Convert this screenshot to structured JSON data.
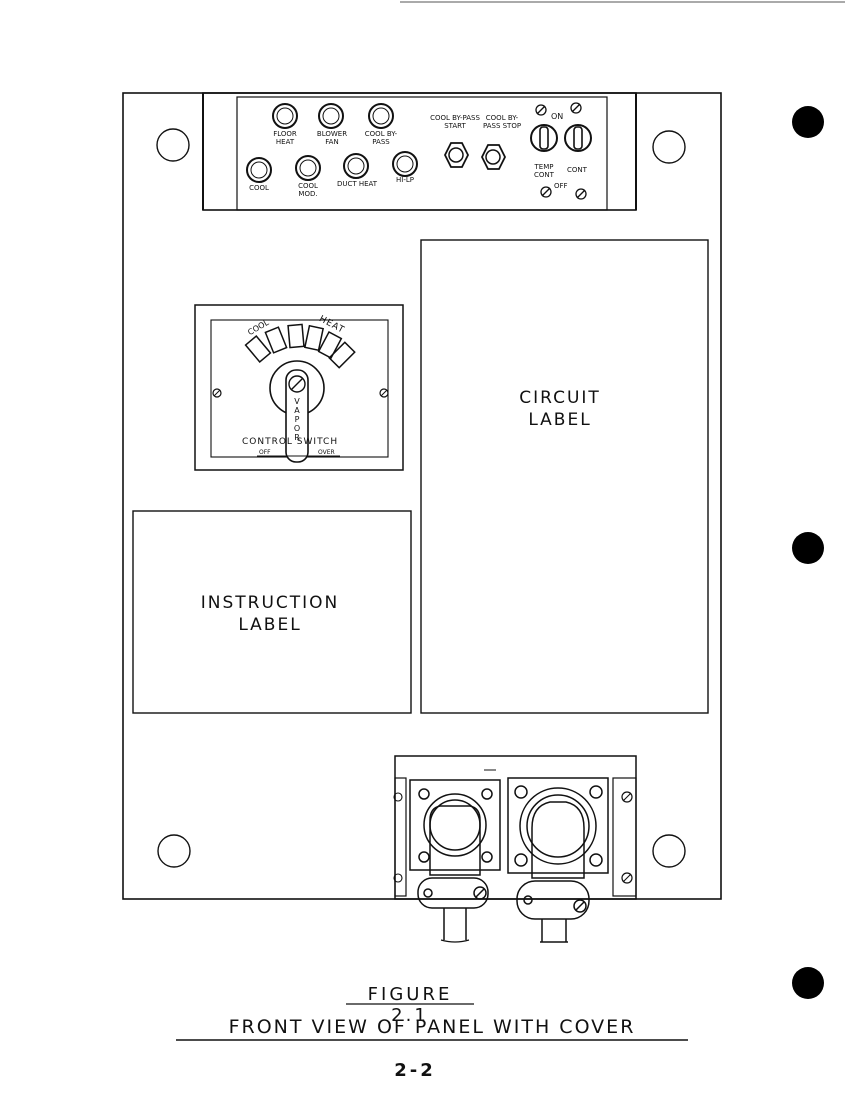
{
  "top_panel": {
    "lights_top": [
      "FLOOR HEAT",
      "BLOWER FAN",
      "COOL BY-PASS"
    ],
    "lights_bottom": [
      "COOL",
      "COOL MOD.",
      "DUCT HEAT",
      "HI-LP"
    ],
    "buttons": [
      "COOL BY-PASS START",
      "COOL BY-PASS STOP"
    ],
    "toggle_labels": {
      "on": "ON",
      "off": "OFF",
      "temp_cont": "TEMP CONT",
      "cont": "CONT"
    }
  },
  "control_switch": {
    "label": "CONTROL SWITCH",
    "handle_text": "VAPOR",
    "cool_arc": "COOL",
    "heat_arc": "HEAT",
    "off_label": "OFF",
    "over_label": "OVER"
  },
  "labels": {
    "circuit": "CIRCUIT LABEL",
    "instruction": "INSTRUCTION LABEL"
  },
  "caption": {
    "figure": "FIGURE 2.1",
    "title": "FRONT VIEW OF PANEL WITH COVER"
  },
  "page_number": "2-2"
}
